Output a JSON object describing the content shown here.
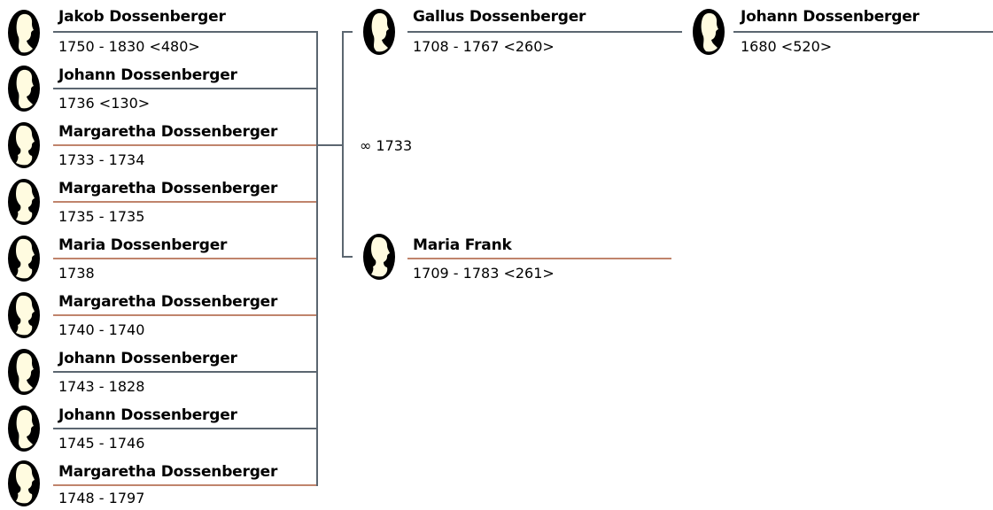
{
  "colors": {
    "male_line": "#5b6670",
    "female_line": "#c0846c",
    "avatar_bg": "#000000",
    "avatar_silhouette": "#fffbe0"
  },
  "icons": {
    "male": "male-silhouette-icon",
    "female": "female-silhouette-icon"
  },
  "children": [
    {
      "name": "Jakob Dossenberger",
      "dates": "1750 - 1830 <480>",
      "sex": "male"
    },
    {
      "name": "Johann Dossenberger",
      "dates": "1736 <130>",
      "sex": "male"
    },
    {
      "name": "Margaretha Dossenberger",
      "dates": "1733 - 1734",
      "sex": "female"
    },
    {
      "name": "Margaretha Dossenberger",
      "dates": "1735 - 1735",
      "sex": "female"
    },
    {
      "name": "Maria Dossenberger",
      "dates": "1738",
      "sex": "female"
    },
    {
      "name": "Margaretha Dossenberger",
      "dates": "1740 - 1740",
      "sex": "female"
    },
    {
      "name": "Johann Dossenberger",
      "dates": "1743 - 1828",
      "sex": "male"
    },
    {
      "name": "Johann Dossenberger",
      "dates": "1745 - 1746",
      "sex": "male"
    },
    {
      "name": "Margaretha Dossenberger",
      "dates": "1748 - 1797",
      "sex": "female"
    }
  ],
  "father": {
    "name": "Gallus Dossenberger",
    "dates": "1708 - 1767 <260>",
    "sex": "male"
  },
  "mother": {
    "name": "Maria Frank",
    "dates": "1709 - 1783 <261>",
    "sex": "female"
  },
  "grandfather": {
    "name": "Johann Dossenberger",
    "dates": "1680 <520>",
    "sex": "male"
  },
  "marriage": "∞ 1733"
}
